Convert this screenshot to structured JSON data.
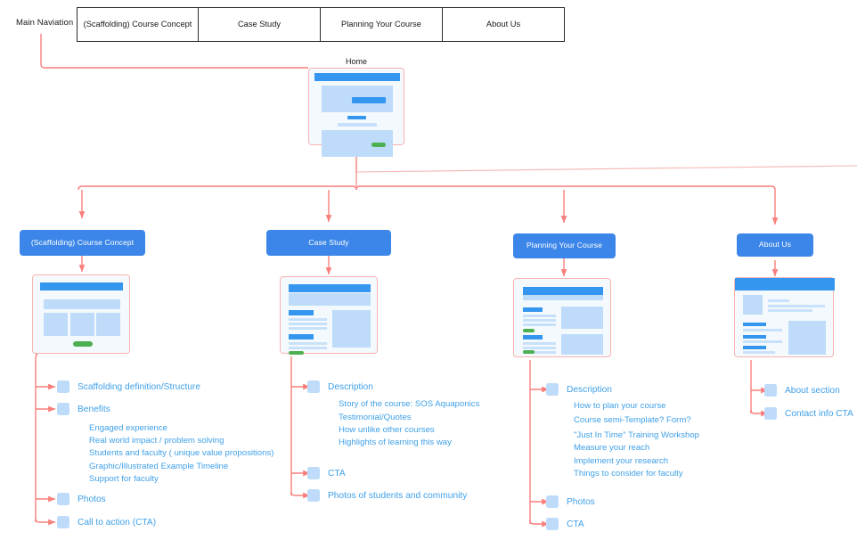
{
  "nav": {
    "label": "Main Naviation",
    "items": [
      {
        "label": "(Scaffolding) Course Concept"
      },
      {
        "label": "Case Study"
      },
      {
        "label": "Planning Your Course"
      },
      {
        "label": "About Us"
      }
    ]
  },
  "home": {
    "title": "Home"
  },
  "colors": {
    "connector": "#f97f7c",
    "pill": "#3b86e8",
    "leaf_text": "#3fa0e8",
    "chip": "#bedcfa",
    "wire_bar": "#3596f0",
    "wire_block": "#bedcfa",
    "wire_green": "#4caf50",
    "card_bg": "#f4f9fd",
    "card_border": "#f9b4b0"
  },
  "columns": [
    {
      "id": "course-concept",
      "pill": "(Scaffolding) Course Concept",
      "leaves": [
        {
          "label": "Scaffolding definition/Structure"
        },
        {
          "label": "Benefits"
        },
        {
          "label": "Photos"
        },
        {
          "label": "Call to action (CTA)"
        }
      ],
      "subitems": [
        "Engaged experience",
        "Real world impact / problem solving",
        "Students and faculty ( unique value propositions)",
        "Graphic/Illustrated Example Timeline",
        "Support for faculty"
      ]
    },
    {
      "id": "case-study",
      "pill": "Case Study",
      "leaves": [
        {
          "label": "Description"
        },
        {
          "label": "CTA"
        },
        {
          "label": "Photos of students and community"
        }
      ],
      "subitems": [
        "Story of the course: SOS Aquaponics",
        "Testimonial/Quotes",
        "How unlike other courses",
        "Highlights of learning this way"
      ]
    },
    {
      "id": "planning-your-course",
      "pill": "Planning Your Course",
      "leaves": [
        {
          "label": "Description"
        },
        {
          "label": "Photos"
        },
        {
          "label": "CTA"
        }
      ],
      "subitems": [
        "How to plan your course",
        "Course semi-Template? Form?",
        "\"Just In Time\" Training Workshop",
        "Measure your reach",
        "Implement your research",
        "Things to consider for faculty"
      ]
    },
    {
      "id": "about-us",
      "pill": "About Us",
      "leaves": [
        {
          "label": "About section"
        },
        {
          "label": "Contact info CTA"
        }
      ],
      "subitems": []
    }
  ]
}
